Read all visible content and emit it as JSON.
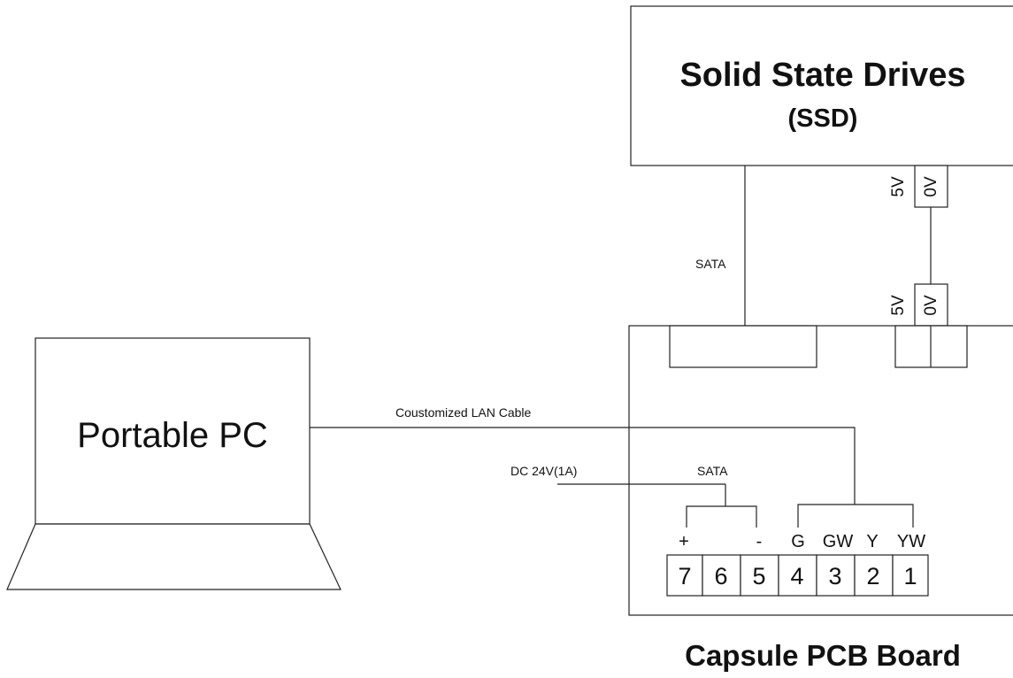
{
  "ssd": {
    "title": "Solid State Drives",
    "subtitle": "(SSD)"
  },
  "ssd_power": {
    "plus": "5V",
    "zero": "0V"
  },
  "pcb_power": {
    "plus": "5V",
    "zero": "0V"
  },
  "sata_label": "SATA",
  "pc": {
    "label": "Portable PC"
  },
  "lan_cable": {
    "label": "Coustomized LAN Cable"
  },
  "dc_power": {
    "label": "DC 24V(1A)",
    "sata_label": "SATA"
  },
  "terminal": {
    "signals": [
      "+",
      "-",
      "G",
      "GW",
      "Y",
      "YW"
    ],
    "pins": [
      "7",
      "6",
      "5",
      "4",
      "3",
      "2",
      "1"
    ]
  },
  "pcb": {
    "title": "Capsule PCB Board"
  }
}
